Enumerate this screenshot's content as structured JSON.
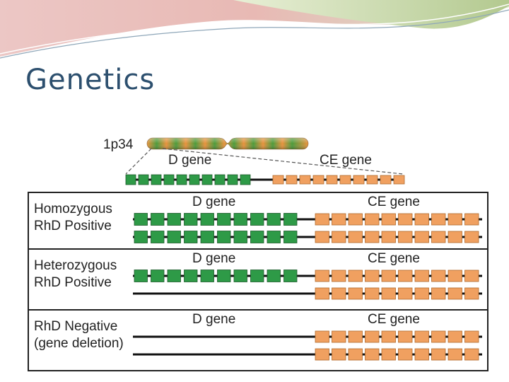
{
  "slide": {
    "title": "Genetics"
  },
  "figure": {
    "chromosome": {
      "label": "1p34"
    },
    "overview": {
      "d_gene_label": "D gene",
      "ce_gene_label": "CE gene"
    },
    "panels": [
      {
        "label_line1": "Homozygous",
        "label_line2": "RhD Positive",
        "d_gene_label": "D gene",
        "ce_gene_label": "CE gene",
        "strands": [
          {
            "has_d_gene": true,
            "has_ce_gene": true
          },
          {
            "has_d_gene": true,
            "has_ce_gene": true
          }
        ]
      },
      {
        "label_line1": "Heterozygous",
        "label_line2": "RhD Positive",
        "d_gene_label": "D gene",
        "ce_gene_label": "CE gene",
        "strands": [
          {
            "has_d_gene": true,
            "has_ce_gene": true
          },
          {
            "has_d_gene": false,
            "has_ce_gene": true
          }
        ]
      },
      {
        "label_line1": "RhD Negative",
        "label_line2": "(gene deletion)",
        "d_gene_label": "D gene",
        "ce_gene_label": "CE gene",
        "strands": [
          {
            "has_d_gene": false,
            "has_ce_gene": true
          },
          {
            "has_d_gene": false,
            "has_ce_gene": true
          }
        ]
      }
    ],
    "colors": {
      "d_gene": "#2e9a47",
      "ce_gene": "#f0a060",
      "chromosome_band": "#3f9a3f",
      "chromosome_base": "#e8923c",
      "title": "#2c4f6e"
    }
  }
}
